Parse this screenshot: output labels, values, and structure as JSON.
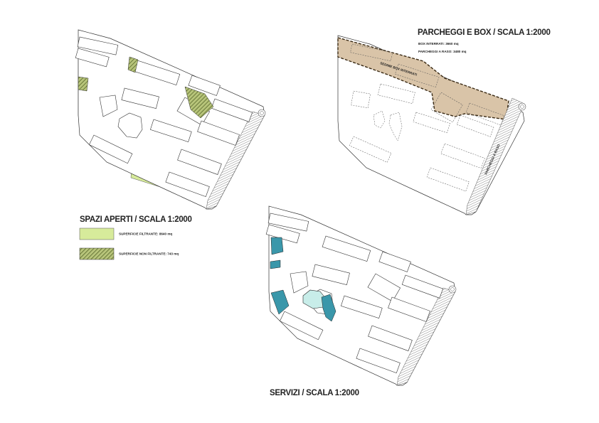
{
  "colors": {
    "green": "#d7eb9b",
    "hatch": "#8a9a4a",
    "parking": "#d9c4a8",
    "parking_border": "#3a2a14",
    "teal": "#3a97aa",
    "light_teal": "#c8ede9",
    "road": "#e6e6e6"
  },
  "panels": {
    "spazi": {
      "title": "SPAZI APERTI / SCALA 1:2000",
      "legend": [
        {
          "label": "SUPERFICIE FILTRANTE: 8640 mq",
          "swatch": "green"
        },
        {
          "label": "SUPERFICIE NON FILTRANTE: 743 mq",
          "swatch": "hatch"
        }
      ]
    },
    "parcheggi": {
      "title": "PARCHEGGI E BOX / SCALA 1:2000",
      "info": [
        "BOX INTERRATI: 3660 mq",
        "PARCHEGGI A RASO: 3480 mq"
      ],
      "label_box": "SEDIME BOX INTERRATI",
      "label_road": "PARCHEGGI A RASO"
    },
    "servizi": {
      "title": "SERVIZI / SCALA 1:2000"
    }
  }
}
